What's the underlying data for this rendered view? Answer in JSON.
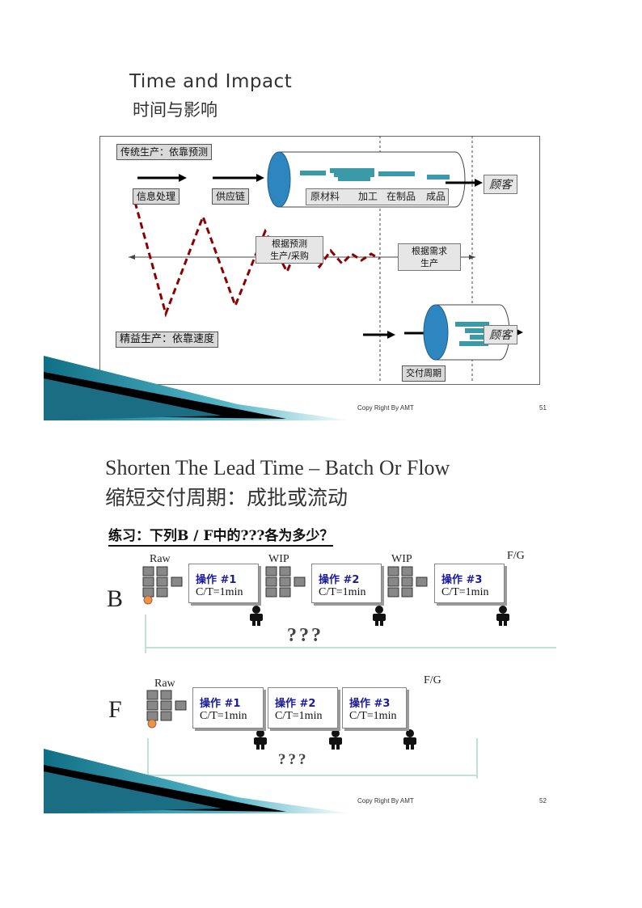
{
  "slide1": {
    "title_en": "Time and Impact",
    "title_cn": "时间与影响",
    "traditional_label": "传统生产：依靠预测",
    "info_processing": "信息处理",
    "supply_chain": "供应链",
    "customer_top": "顾客",
    "raw_material": "原材料",
    "process": "加工",
    "wip": "在制品",
    "finished": "成品",
    "forecast_line1": "根据预测",
    "forecast_line2": "生产/采购",
    "demand_line1": "根据需求",
    "demand_line2": "生产",
    "lean_label": "精益生产：依靠速度",
    "customer_bottom": "顾客",
    "lead_time": "交付周期",
    "footer": "Copy Right By AMT",
    "page": "51",
    "colors": {
      "cylinder": "#2e86c1",
      "bar": "#3a9aa8",
      "wave": "#8b0000"
    }
  },
  "slide2": {
    "title_en": "Shorten The Lead Time – Batch Or Flow",
    "title_cn": "缩短交付周期：成批或流动",
    "question": "练习：下列B / F中的???各为多少？",
    "batch": {
      "letter": "B",
      "label_raw": "Raw",
      "label_wip1": "WIP",
      "label_wip2": "WIP",
      "label_fg": "F/G",
      "steps": [
        {
          "name": "操作 #1",
          "ct": "C/T=1min"
        },
        {
          "name": "操作 #2",
          "ct": "C/T=1min"
        },
        {
          "name": "操作 #3",
          "ct": "C/T=1min"
        }
      ],
      "unknown": "???"
    },
    "flow": {
      "letter": "F",
      "label_raw": "Raw",
      "label_fg": "F/G",
      "steps": [
        {
          "name": "操作 #1",
          "ct": "C/T=1min"
        },
        {
          "name": "操作 #2",
          "ct": "C/T=1min"
        },
        {
          "name": "操作 #3",
          "ct": "C/T=1min"
        }
      ],
      "unknown": "???"
    },
    "footer": "Copy Right By AMT",
    "page": "52"
  }
}
